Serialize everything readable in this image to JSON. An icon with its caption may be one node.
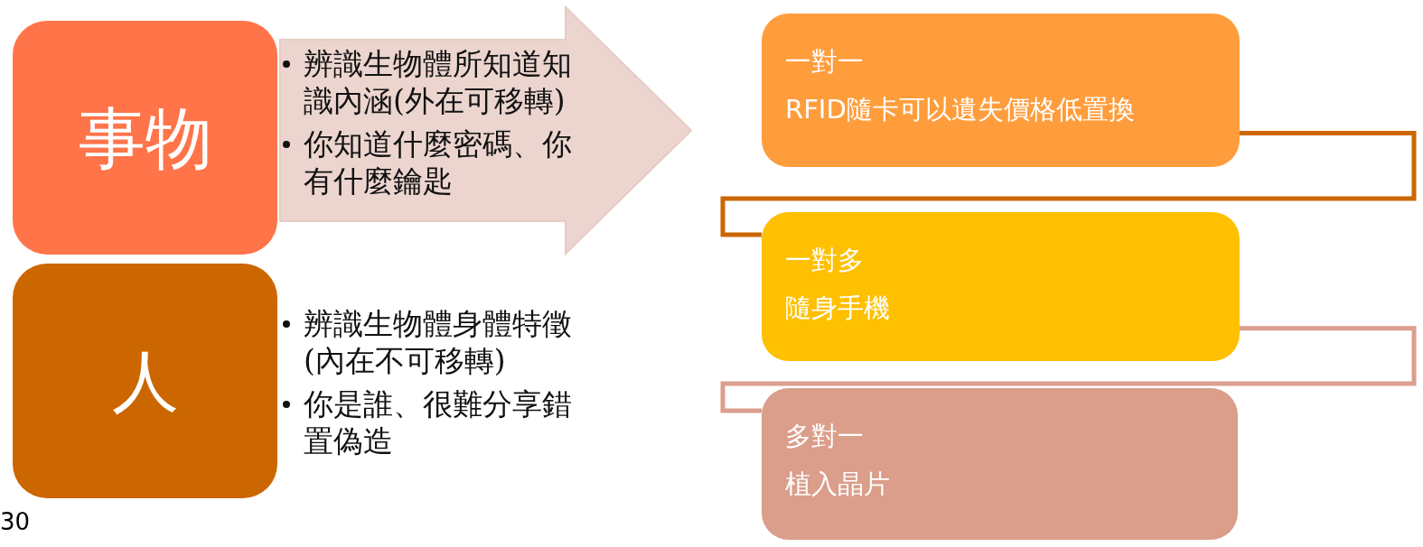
{
  "diagram": {
    "nodes": [
      {
        "text": [
          "事物"
        ]
      },
      {
        "text": [
          "辨識生物體所知道知識內涵(外在可移轉)",
          "你知道什麼密碼、你有什麼鑰匙"
        ]
      },
      {
        "text": [
          "人"
        ],
        "beside": [
          "辨識生物體身體特徵(內在不可移轉)",
          "你是誰、很難分享錯置偽造"
        ]
      },
      {
        "text": [
          "一對一",
          "RFID隨卡可以遺失價格低置換"
        ]
      },
      {
        "text": [
          "一對多",
          "隨身手機"
        ]
      },
      {
        "text": [
          "多對一",
          "植入晶片"
        ]
      }
    ],
    "edges": [
      {
        "from": 3,
        "to": 4,
        "arrow": "none",
        "color": "#cc6600"
      },
      {
        "from": 4,
        "to": 5,
        "arrow": "none",
        "color": "#dc9e8d"
      }
    ],
    "labels": [
      "30"
    ]
  }
}
